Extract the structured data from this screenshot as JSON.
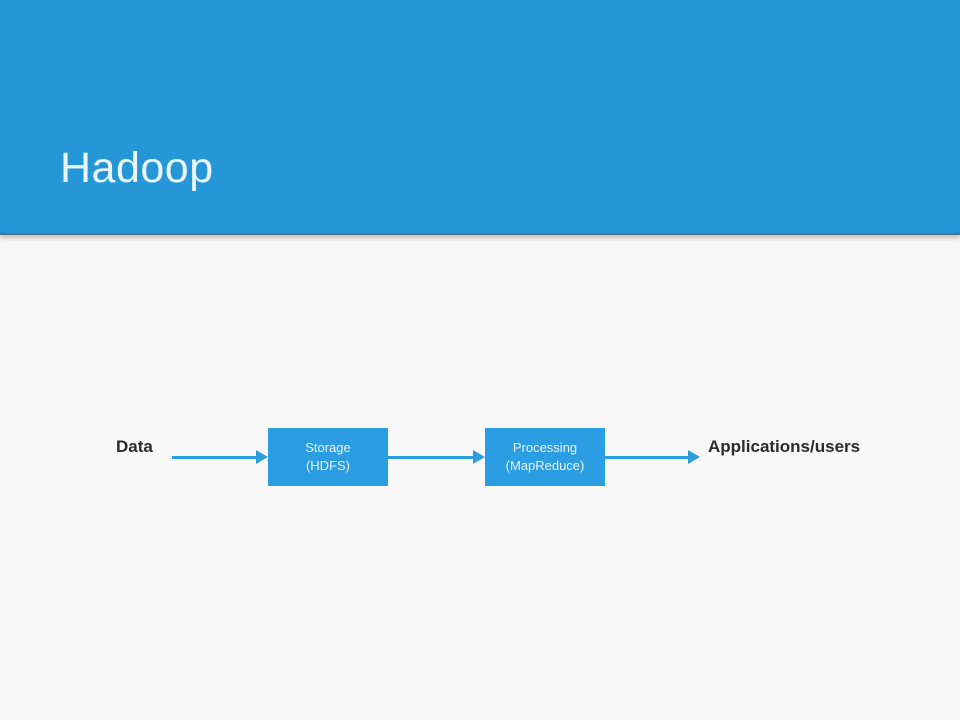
{
  "slide": {
    "title": "Hadoop"
  },
  "diagram": {
    "source_label": "Data",
    "nodes": [
      {
        "line1": "Storage",
        "line2": "(HDFS)"
      },
      {
        "line1": "Processing",
        "line2": "(MapReduce)"
      }
    ],
    "sink_label": "Applications/users",
    "flow": [
      "Data",
      "Storage (HDFS)",
      "Processing (MapReduce)",
      "Applications/users"
    ]
  },
  "colors": {
    "header": "#2697d6",
    "box": "#2b9de2",
    "arrow": "#2e9de0",
    "background": "#f8f8f8"
  }
}
